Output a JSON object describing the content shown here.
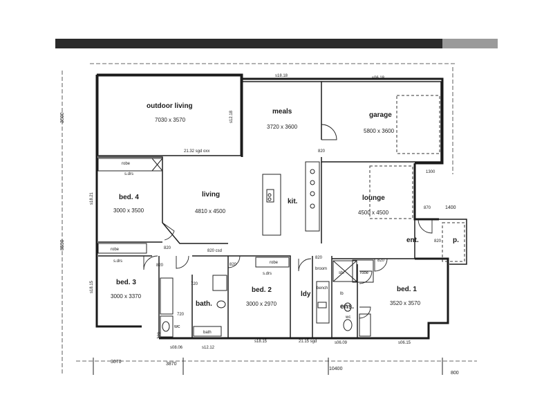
{
  "rooms": {
    "outdoor": {
      "name": "outdoor living",
      "size": "7030 x 3570"
    },
    "meals": {
      "name": "meals",
      "size": "3720 x 3600"
    },
    "garage": {
      "name": "garage",
      "size": "5800 x 3600"
    },
    "living": {
      "name": "living",
      "size": "4810 x 4500"
    },
    "bed4": {
      "name": "bed. 4",
      "size": "3000 x 3500"
    },
    "lounge": {
      "name": "lounge",
      "size": "4500 x 4500"
    },
    "bed3": {
      "name": "bed. 3",
      "size": "3000 x 3370"
    },
    "bed2": {
      "name": "bed. 2",
      "size": "3000 x 2970"
    },
    "bed1": {
      "name": "bed. 1",
      "size": "3520 x 3570"
    },
    "kit": {
      "name": "kit."
    },
    "bath": {
      "name": "bath."
    },
    "ldy": {
      "name": "ldy"
    },
    "ens": {
      "name": "ens."
    },
    "ent": {
      "name": "ent."
    },
    "porch": {
      "name": "p."
    }
  },
  "labels": {
    "robe": "robe",
    "sdrs": "s.drs",
    "wc": "wc",
    "bath_fixture": "bath",
    "broom": "broom",
    "bench": "bench",
    "shr": "shr",
    "lb": "lb",
    "csd_opening": "820 csd",
    "door_820": "820",
    "door_720": "720",
    "sgd_outdoor": "21.32 sgd oxx",
    "sgd_bottom": "21.15 sgd",
    "top_window_1": "s18.18",
    "top_window_2": "s06.18",
    "meals_window": "s12.18",
    "window_b1": "s08.06",
    "window_b2": "s12.12",
    "window_b3": "s18.15",
    "window_b4": "s06.09",
    "window_b5": "s06.15",
    "left_window_1": "s18.21",
    "left_window_2": "s18.15",
    "dim_3070": "3070",
    "dim_3870": "3870",
    "dim_10400": "10400",
    "dim_800": "800",
    "dim_1400": "1400",
    "dim_1300": "1300",
    "dim_870": "870",
    "dim_3600": "3600",
    "dim_8590": "8590",
    "dim_720": "720"
  }
}
